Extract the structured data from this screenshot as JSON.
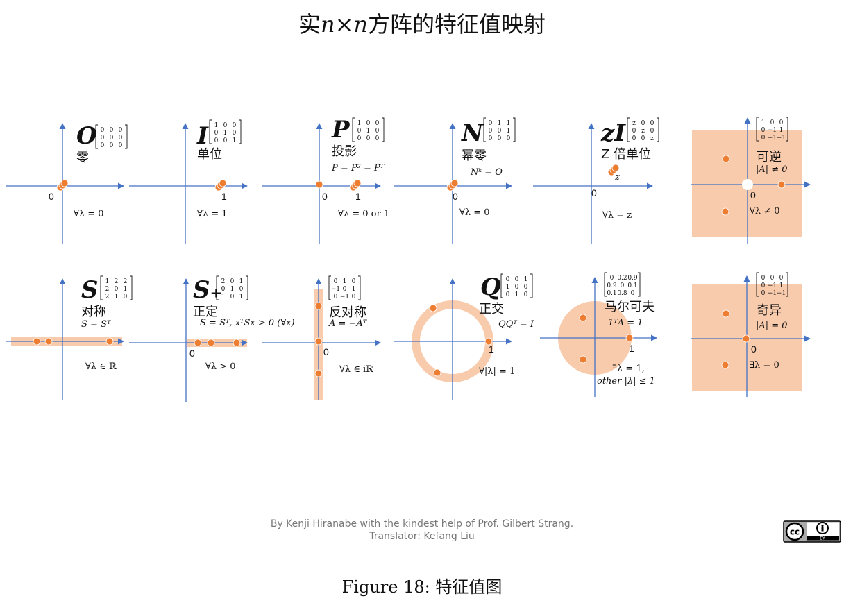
{
  "title": {
    "pre": "实",
    "n1": "n",
    "times": "×",
    "n2": "n",
    "post": "方阵的特征值映射"
  },
  "panels": [
    {
      "id": "zero",
      "symbol": "O",
      "matrix": [
        [
          "0",
          "0",
          "0"
        ],
        [
          "0",
          "0",
          "0"
        ],
        [
          "0",
          "0",
          "0"
        ]
      ],
      "label": "零",
      "equation": "",
      "ticks": [
        "0"
      ],
      "lambda": "∀λ = 0"
    },
    {
      "id": "identity",
      "symbol": "I",
      "matrix": [
        [
          "1",
          "0",
          "0"
        ],
        [
          "0",
          "1",
          "0"
        ],
        [
          "0",
          "0",
          "1"
        ]
      ],
      "label": "单位",
      "equation": "",
      "ticks": [
        "1"
      ],
      "lambda": "∀λ = 1"
    },
    {
      "id": "projection",
      "symbol": "P",
      "matrix": [
        [
          "1",
          "0",
          "0"
        ],
        [
          "0",
          "1",
          "0"
        ],
        [
          "0",
          "0",
          "0"
        ]
      ],
      "label": "投影",
      "equation": "P = P² = Pᵀ",
      "ticks": [
        "0",
        "1"
      ],
      "lambda": "∀λ = 0 or 1"
    },
    {
      "id": "nilpotent",
      "symbol": "N",
      "matrix": [
        [
          "0",
          "1",
          "1"
        ],
        [
          "0",
          "0",
          "1"
        ],
        [
          "0",
          "0",
          "0"
        ]
      ],
      "label": "幂零",
      "equation": "Nᵏ = O",
      "ticks": [
        "0"
      ],
      "lambda": "∀λ = 0"
    },
    {
      "id": "scalar",
      "symbol": "zI",
      "matrix": [
        [
          "z",
          "0",
          "0"
        ],
        [
          "0",
          "z",
          "0"
        ],
        [
          "0",
          "0",
          "z"
        ]
      ],
      "label": "Z 倍单位",
      "equation": "",
      "ticks": [
        "0"
      ],
      "point_label": "z",
      "lambda": "∀λ = z"
    },
    {
      "id": "invertible",
      "symbol": "",
      "matrix": [
        [
          "1",
          "0",
          "0"
        ],
        [
          "0",
          "−1",
          "1"
        ],
        [
          "0",
          "−1",
          "−1"
        ]
      ],
      "label": "可逆",
      "equation": "|A| ≠ 0",
      "ticks": [
        "0"
      ],
      "lambda": "∀λ ≠ 0"
    },
    {
      "id": "symmetric",
      "symbol": "S",
      "matrix": [
        [
          "1",
          "2",
          "2"
        ],
        [
          "2",
          "0",
          "1"
        ],
        [
          "2",
          "1",
          "0"
        ]
      ],
      "label": "对称",
      "equation": "S = Sᵀ",
      "ticks": [],
      "lambda": "∀λ ∈ ℝ"
    },
    {
      "id": "posdef",
      "symbol": "S₊",
      "matrix": [
        [
          "2",
          "0",
          "1"
        ],
        [
          "0",
          "1",
          "0"
        ],
        [
          "1",
          "0",
          "1"
        ]
      ],
      "label": "正定",
      "equation": "S = Sᵀ, xᵀSx > 0 (∀x)",
      "ticks": [
        "0"
      ],
      "lambda": "∀λ > 0"
    },
    {
      "id": "antisymmetric",
      "symbol": "",
      "matrix": [
        [
          "0",
          "1",
          "0"
        ],
        [
          "−1",
          "0",
          "1"
        ],
        [
          "0",
          "−1",
          "0"
        ]
      ],
      "label": "反对称",
      "equation": "A = −Aᵀ",
      "ticks": [
        "0"
      ],
      "lambda": "∀λ ∈ iℝ"
    },
    {
      "id": "orthogonal",
      "symbol": "Q",
      "matrix": [
        [
          "0",
          "0",
          "1"
        ],
        [
          "1",
          "0",
          "0"
        ],
        [
          "0",
          "1",
          "0"
        ]
      ],
      "label": "正交",
      "equation": "QQᵀ = I",
      "ticks": [
        "1"
      ],
      "lambda": "∀|λ| = 1"
    },
    {
      "id": "markov",
      "symbol": "",
      "matrix": [
        [
          "0",
          "0.2",
          "0.9"
        ],
        [
          "0.9",
          "0",
          "0.1"
        ],
        [
          "0.1",
          "0.8",
          "0"
        ]
      ],
      "label": "马尔可夫",
      "equation": "1ᵀA = 1",
      "ticks": [
        "1"
      ],
      "lambda": "∃λ = 1,",
      "lambda2": "other |λ| ≤ 1"
    },
    {
      "id": "singular",
      "symbol": "",
      "matrix": [
        [
          "0",
          "0",
          "0"
        ],
        [
          "0",
          "−1",
          "1"
        ],
        [
          "0",
          "−1",
          "−1"
        ]
      ],
      "label": "奇异",
      "equation": "|A| = 0",
      "ticks": [
        "0"
      ],
      "lambda": "∃λ = 0"
    }
  ],
  "credit": {
    "line1": "By Kenji Hiranabe with the kindest help of Prof. Gilbert Strang.",
    "line2": "Translator: Kefang Liu"
  },
  "license": {
    "cc": "cc",
    "by": "BY"
  },
  "caption": "Figure 18: 特征值图",
  "colors": {
    "axis": "#4472c4",
    "point": "#ed7d31",
    "region": "#f8cbad"
  }
}
